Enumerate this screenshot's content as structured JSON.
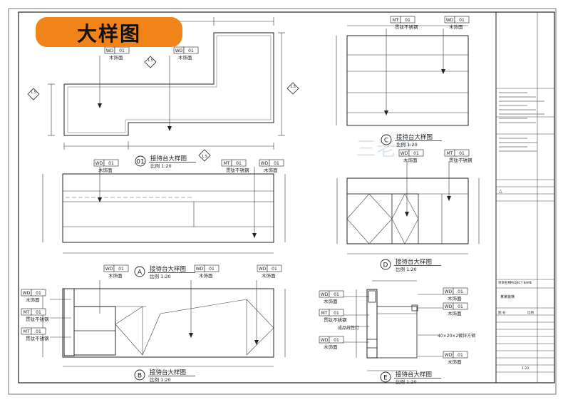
{
  "badge": {
    "title": "大样图"
  },
  "watermark": "三老爹",
  "tags": {
    "wd_code": "WD",
    "mt_code": "MT",
    "num": "01",
    "wood": "木饰面",
    "steel": "贯钛不锈钢"
  },
  "views": {
    "plan": {
      "marker": "01",
      "title": "接待台大样图",
      "scale": "比例    1:20"
    },
    "elev_a": {
      "marker": "A",
      "title": "接待台大样图",
      "scale": "比例    1:20"
    },
    "elev_b": {
      "marker": "B",
      "title": "接待台大样图",
      "scale": "比例    1:20"
    },
    "elev_c": {
      "marker": "C",
      "title": "接待台大样图",
      "scale": "比例    1:20"
    },
    "elev_d": {
      "marker": "D",
      "title": "接待台大样图",
      "scale": "比例    1:20"
    },
    "elev_e": {
      "marker": "E",
      "title": "接待台大样图",
      "scale": "比例    1:20"
    }
  },
  "section_notes": {
    "fixture": "成品线性灯",
    "tube": "40×20×2镀锌方钢"
  },
  "plan_section_marks": [
    "1.5",
    "1.5",
    "1.5",
    "1.5"
  ],
  "titleblock": {
    "project_label": "项目名称",
    "project_label_en": "PROJECT NAME",
    "project_name": "某某装璜",
    "rev_symbol": "△",
    "sheet_no_label": "图 号",
    "sheet_label": "比例",
    "scale_value": "1:20"
  }
}
